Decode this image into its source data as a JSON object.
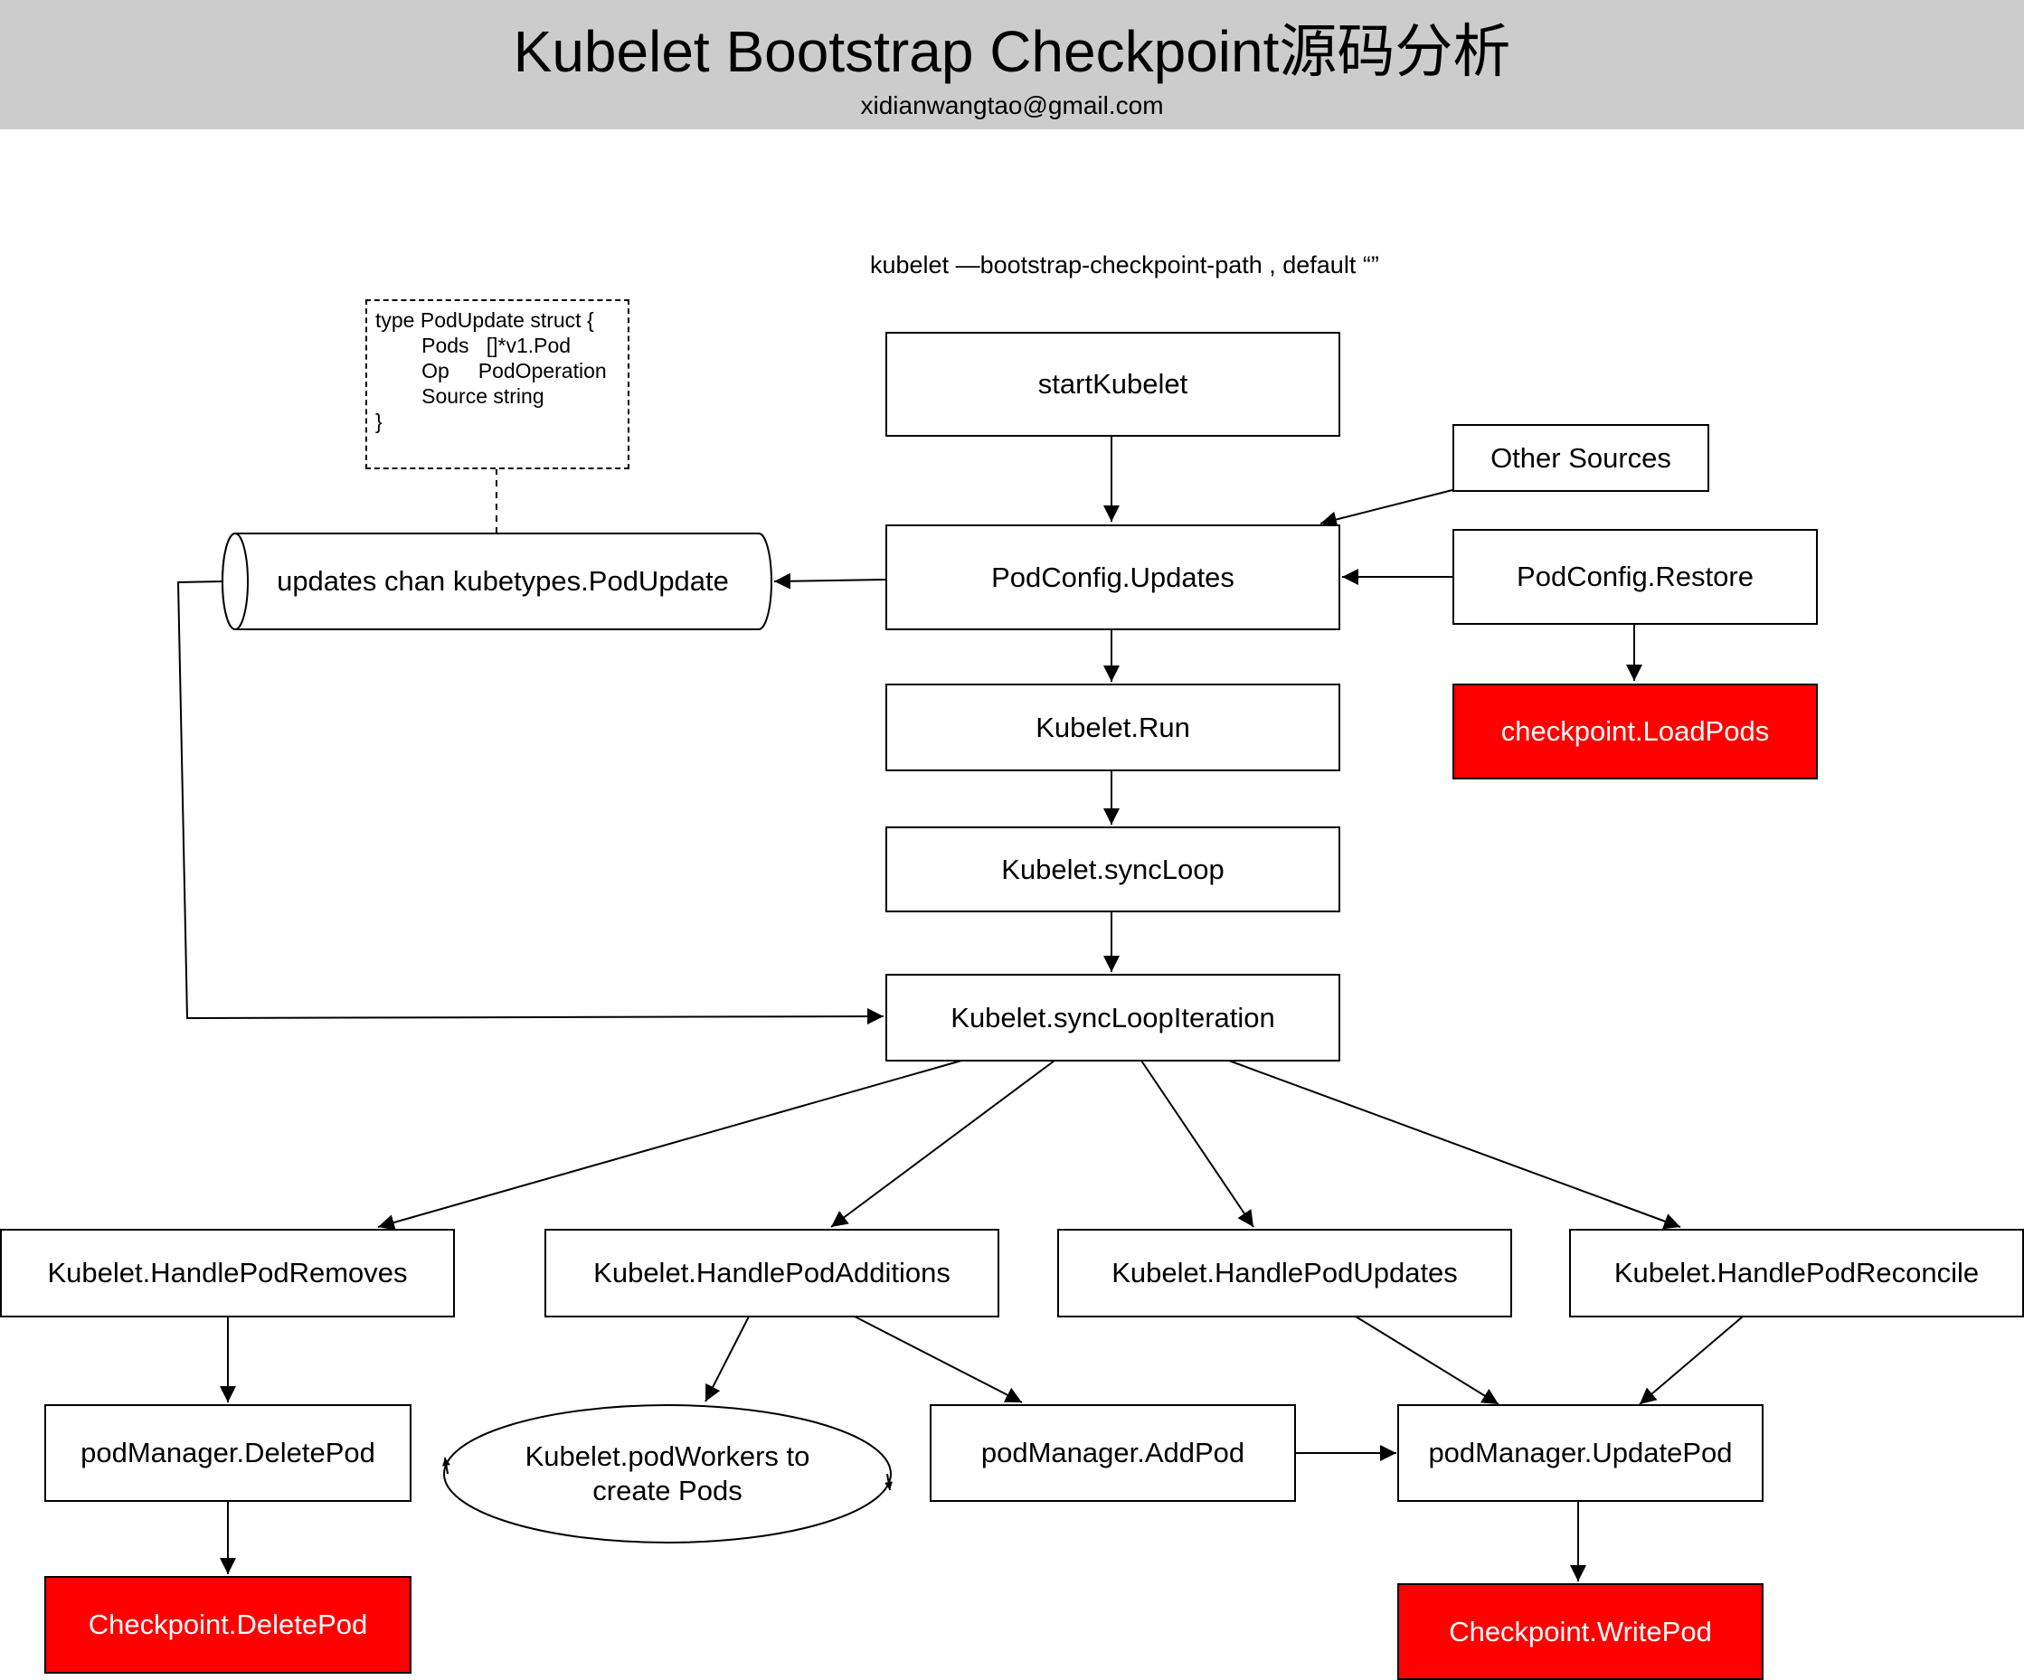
{
  "header": {
    "title": "Kubelet Bootstrap Checkpoint源码分析",
    "subtitle": "xidianwangtao@gmail.com"
  },
  "flag_note": "kubelet —bootstrap-checkpoint-path , default “”",
  "struct_note": "type PodUpdate struct {\n        Pods   []*v1.Pod\n        Op     PodOperation\n        Source string\n}",
  "channel_label": "updates chan kubetypes.PodUpdate",
  "nodes": {
    "start_kubelet": "startKubelet",
    "other_sources": "Other Sources",
    "podconfig_updates": "PodConfig.Updates",
    "podconfig_restore": "PodConfig.Restore",
    "checkpoint_loadpods": "checkpoint.LoadPods",
    "kubelet_run": "Kubelet.Run",
    "kubelet_syncloop": "Kubelet.syncLoop",
    "kubelet_syncloopiteration": "Kubelet.syncLoopIteration",
    "handle_pod_removes": "Kubelet.HandlePodRemoves",
    "handle_pod_additions": "Kubelet.HandlePodAdditions",
    "handle_pod_updates": "Kubelet.HandlePodUpdates",
    "handle_pod_reconcile": "Kubelet.HandlePodReconcile",
    "podmanager_deletepod": "podManager.DeletePod",
    "pod_workers": "Kubelet.podWorkers to create Pods",
    "podmanager_addpod": "podManager.AddPod",
    "podmanager_updatepod": "podManager.UpdatePod",
    "checkpoint_deletepod": "Checkpoint.DeletePod",
    "checkpoint_writepod": "Checkpoint.WritePod"
  },
  "colors": {
    "header_bg": "#cccccc",
    "checkpoint_fill": "#ff0000",
    "checkpoint_text": "#ffffff"
  }
}
